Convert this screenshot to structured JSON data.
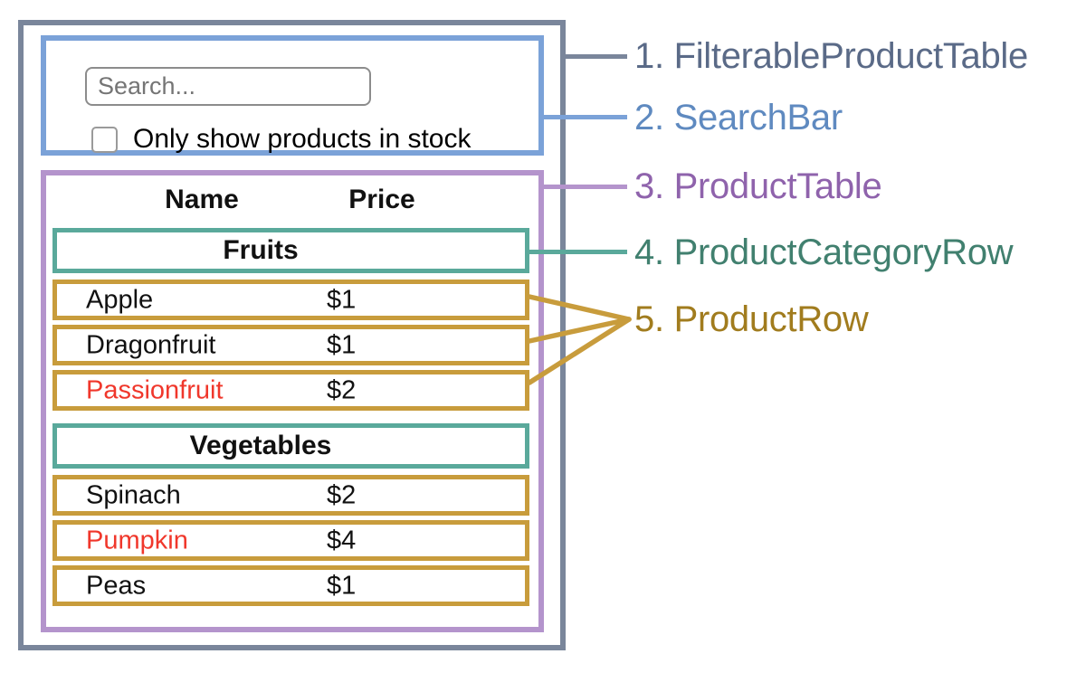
{
  "diagram": {
    "search_bar": {
      "search_placeholder": "Search...",
      "checkbox_label": "Only show products in stock",
      "checkbox_checked": false
    },
    "table": {
      "columns": [
        "Name",
        "Price"
      ],
      "sections": [
        {
          "category": "Fruits",
          "rows": [
            {
              "name": "Apple",
              "price": "$1",
              "highlight": false
            },
            {
              "name": "Dragonfruit",
              "price": "$1",
              "highlight": false
            },
            {
              "name": "Passionfruit",
              "price": "$2",
              "highlight": true
            }
          ]
        },
        {
          "category": "Vegetables",
          "rows": [
            {
              "name": "Spinach",
              "price": "$2",
              "highlight": false
            },
            {
              "name": "Pumpkin",
              "price": "$4",
              "highlight": true
            },
            {
              "name": "Peas",
              "price": "$1",
              "highlight": false
            }
          ]
        }
      ]
    },
    "legend": [
      {
        "label": "1. FilterableProductTable",
        "color": "#5A6A87"
      },
      {
        "label": "2. SearchBar",
        "color": "#5F8AC0"
      },
      {
        "label": "3. ProductTable",
        "color": "#8F63AC"
      },
      {
        "label": "4. ProductCategoryRow",
        "color": "#41806F"
      },
      {
        "label": "5. ProductRow",
        "color": "#A17C1E"
      }
    ],
    "colors": {
      "frame": "#7A869B",
      "searchbar": "#7BA2D8",
      "table": "#B494CC",
      "category": "#5AA99B",
      "row": "#C89C3C",
      "highlight": "#F0372B",
      "input_border": "#8C8C8C",
      "placeholder": "#757575"
    }
  }
}
